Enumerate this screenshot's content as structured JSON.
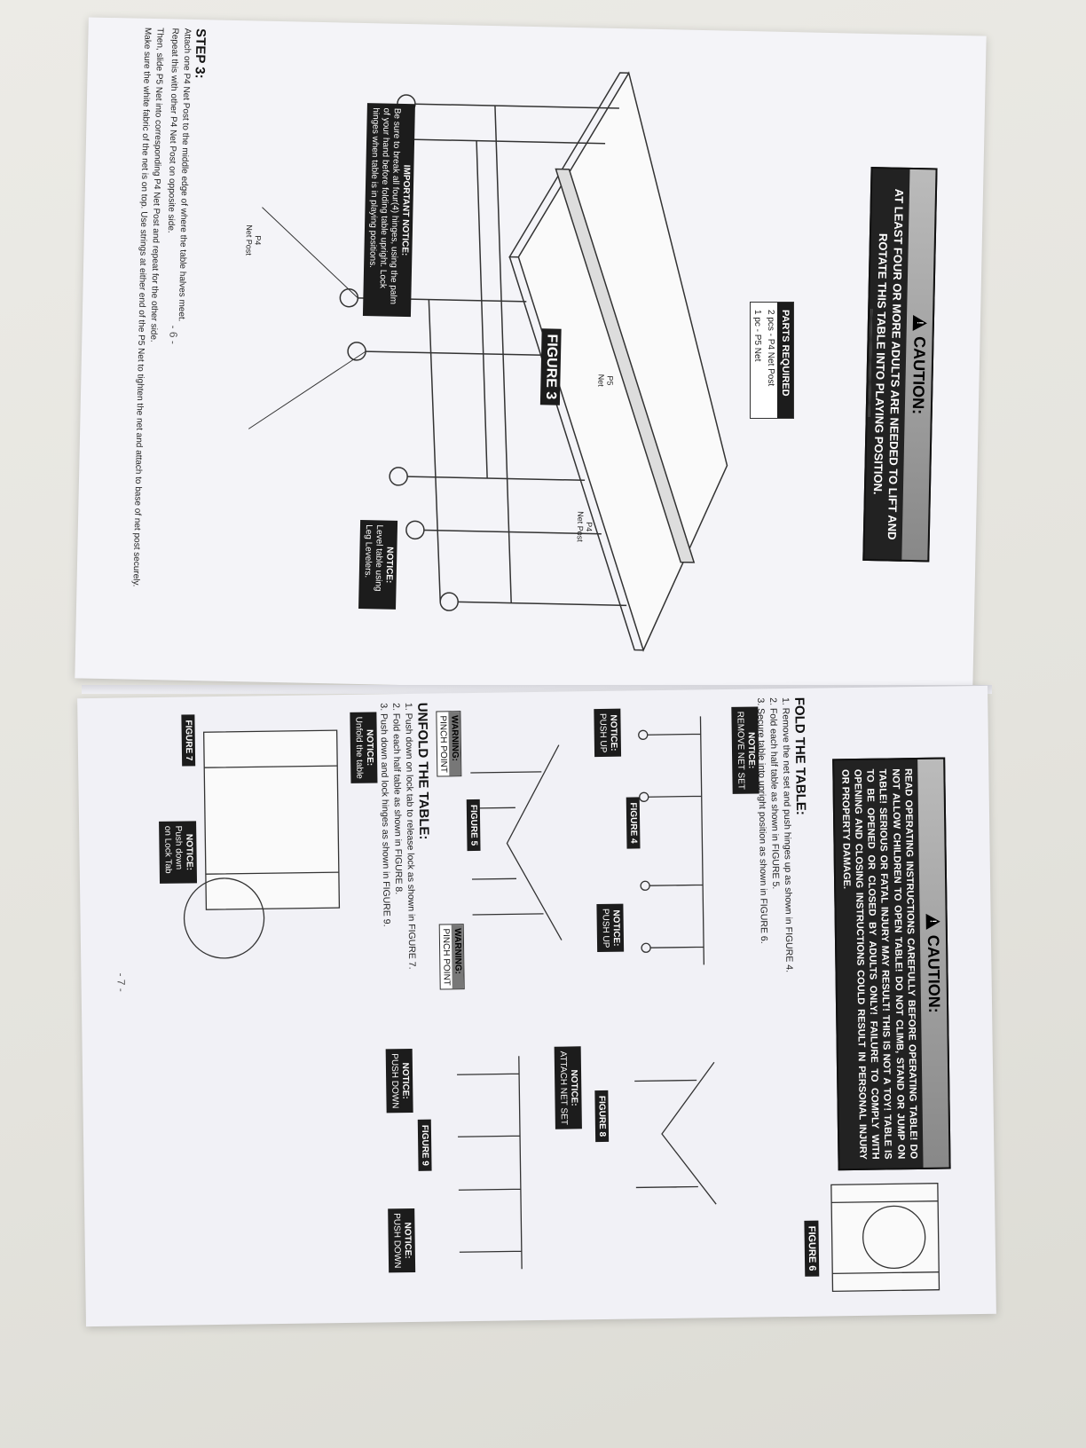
{
  "page6": {
    "caution": {
      "title": "CAUTION:",
      "text": "AT LEAST FOUR OR MORE ADULTS ARE NEEDED TO LIFT AND ROTATE THIS TABLE INTO PLAYING POSITION."
    },
    "parts": {
      "title": "PARTS REQUIRED",
      "items": [
        "2 pcs - P4 Net Post",
        "1 pc  - P5 Net"
      ]
    },
    "step": {
      "title": "STEP 3:",
      "lines": [
        "Attach one P4 Net Post to the middle edge of where the table halves meet.",
        "Repeat this with other P4 Net Post on opposite side.",
        "Then, slide P5 Net into corresponding P4 Net Post and repeat for the other side.",
        "Make sure the white fabric of the net is on top.  Use strings at either end of the P5 Net to tighten the net and attach to base of net post securely."
      ]
    },
    "figure": "FIGURE 3",
    "labels": {
      "p5": "P5",
      "p5_sub": "Net",
      "p4a": "P4",
      "p4a_sub": "Net Post",
      "p4b": "P4",
      "p4b_sub": "Net Post"
    },
    "important_notice": {
      "title": "IMPORTANT NOTICE:",
      "text": "Be sure to break all four(4) hinges, using the palm of your hand before folding table upright. Lock hinges when table is in playing positions."
    },
    "level_notice": {
      "title": "NOTICE:",
      "text": "Level table using Leg Levelers."
    },
    "page_number": "- 6 -"
  },
  "page7": {
    "caution": {
      "title": "CAUTION:",
      "text": "READ OPERATING INSTRUCTIONS CAREFULLY BEFORE OPERATING TABLE! DO NOT ALLOW CHILDREN TO OPEN TABLE! DO NOT CLIMB, STAND OR JUMP ON TABLE! SERIOUS OR FATAL INJURY MAY RESULT! THIS IS NOT A TOY! TABLE IS TO BE OPENED OR CLOSED BY ADULTS ONLY! FAILURE TO COMPLY WITH OPENING AND CLOSING INSTRUCTIONS COULD RESULT IN PERSONAL INJURY OR PROPERTY DAMAGE."
    },
    "fold": {
      "title": "FOLD THE TABLE:",
      "steps": [
        "1.  Remove the net set and push hinges up as shown in FIGURE 4.",
        "2.  Fold each half table as shown in FIGURE 5.",
        "3.  Secure table into upright position as shown in FIGURE 6."
      ]
    },
    "unfold": {
      "title": "UNFOLD THE TABLE:",
      "steps": [
        "1.  Push down on lock tab to release lock as shown in FIGURE 7.",
        "2.  Fold each half table as shown in FIGURE 8.",
        "3.  Push down and lock hinges as shown in FIGURE 9."
      ]
    },
    "figures": {
      "f4": "FIGURE 4",
      "f5": "FIGURE 5",
      "f6": "FIGURE 6",
      "f7": "FIGURE 7",
      "f8": "FIGURE 8",
      "f9": "FIGURE 9"
    },
    "notices": {
      "remove_net": {
        "title": "NOTICE:",
        "text": "REMOVE NET SET"
      },
      "push_up_1": {
        "title": "NOTICE:",
        "text": "PUSH UP"
      },
      "push_up_2": {
        "title": "NOTICE:",
        "text": "PUSH UP"
      },
      "unfold_table": {
        "title": "NOTICE:",
        "text": "Unfold the table"
      },
      "push_down_lock": {
        "title": "NOTICE:",
        "text": "Push down on Lock Tab"
      },
      "attach_net": {
        "title": "NOTICE:",
        "text": "ATTACH NET SET"
      },
      "push_down_1": {
        "title": "NOTICE:",
        "text": "PUSH DOWN"
      },
      "push_down_2": {
        "title": "NOTICE:",
        "text": "PUSH DOWN"
      }
    },
    "warnings": {
      "w1": {
        "title": "WARNING:",
        "text": "PINCH POINT"
      },
      "w2": {
        "title": "WARNING:",
        "text": "PINCH POINT"
      }
    },
    "page_number": "- 7 -"
  },
  "colors": {
    "paper": "#f4f4f8",
    "ink": "#1c1c1c",
    "caution_header": "#999999"
  }
}
